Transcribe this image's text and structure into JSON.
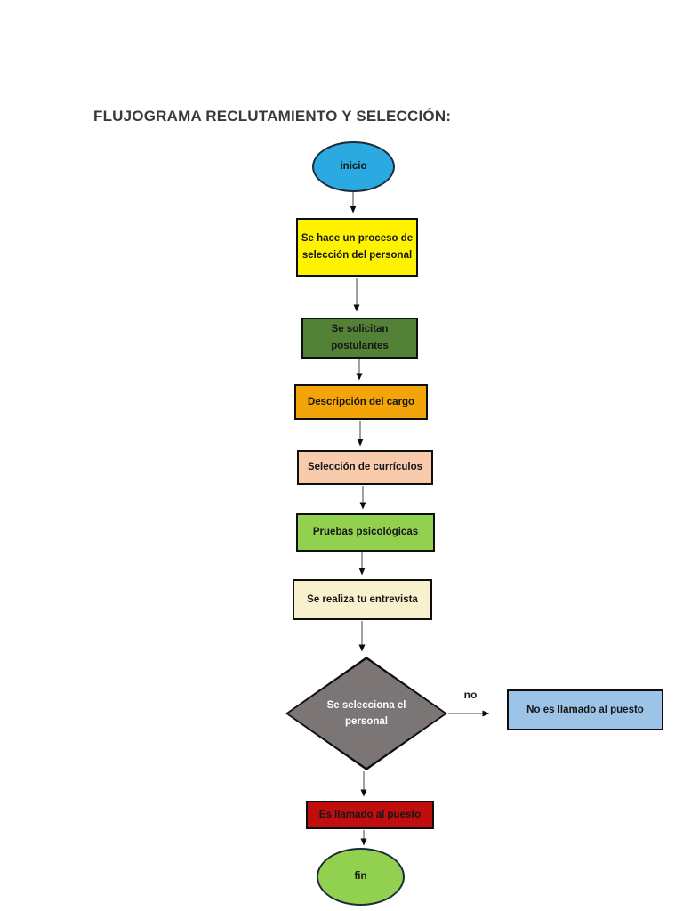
{
  "page": {
    "title": "FLUJOGRAMA RECLUTAMIENTO Y SELECCIÓN:"
  },
  "flow": {
    "nodes": {
      "inicio": {
        "label": "inicio",
        "fill": "#2BA9E1"
      },
      "proceso": {
        "label": "Se hace un proceso de selección del personal",
        "fill": "#FFF200"
      },
      "postulantes": {
        "label": "Se solicitan postulantes",
        "fill": "#538135"
      },
      "descripcion": {
        "label": "Descripción del cargo",
        "fill": "#F2A408"
      },
      "curriculos": {
        "label": "Selección de currículos",
        "fill": "#F8CBAD"
      },
      "pruebas": {
        "label": "Pruebas psicológicas",
        "fill": "#92D050"
      },
      "entrevista": {
        "label": "Se realiza tu entrevista",
        "fill": "#F9F1CE"
      },
      "decision": {
        "label": "Se selecciona el personal",
        "fill": "#7B7575",
        "text_color": "#FFFFFF"
      },
      "no_llamado": {
        "label": "No es llamado al puesto",
        "fill": "#9DC3E6"
      },
      "llamado": {
        "label": "Es llamado al puesto",
        "fill": "#C00E0E"
      },
      "fin": {
        "label": "fin",
        "fill": "#92D050"
      }
    },
    "edges": {
      "no_label": "no"
    }
  }
}
